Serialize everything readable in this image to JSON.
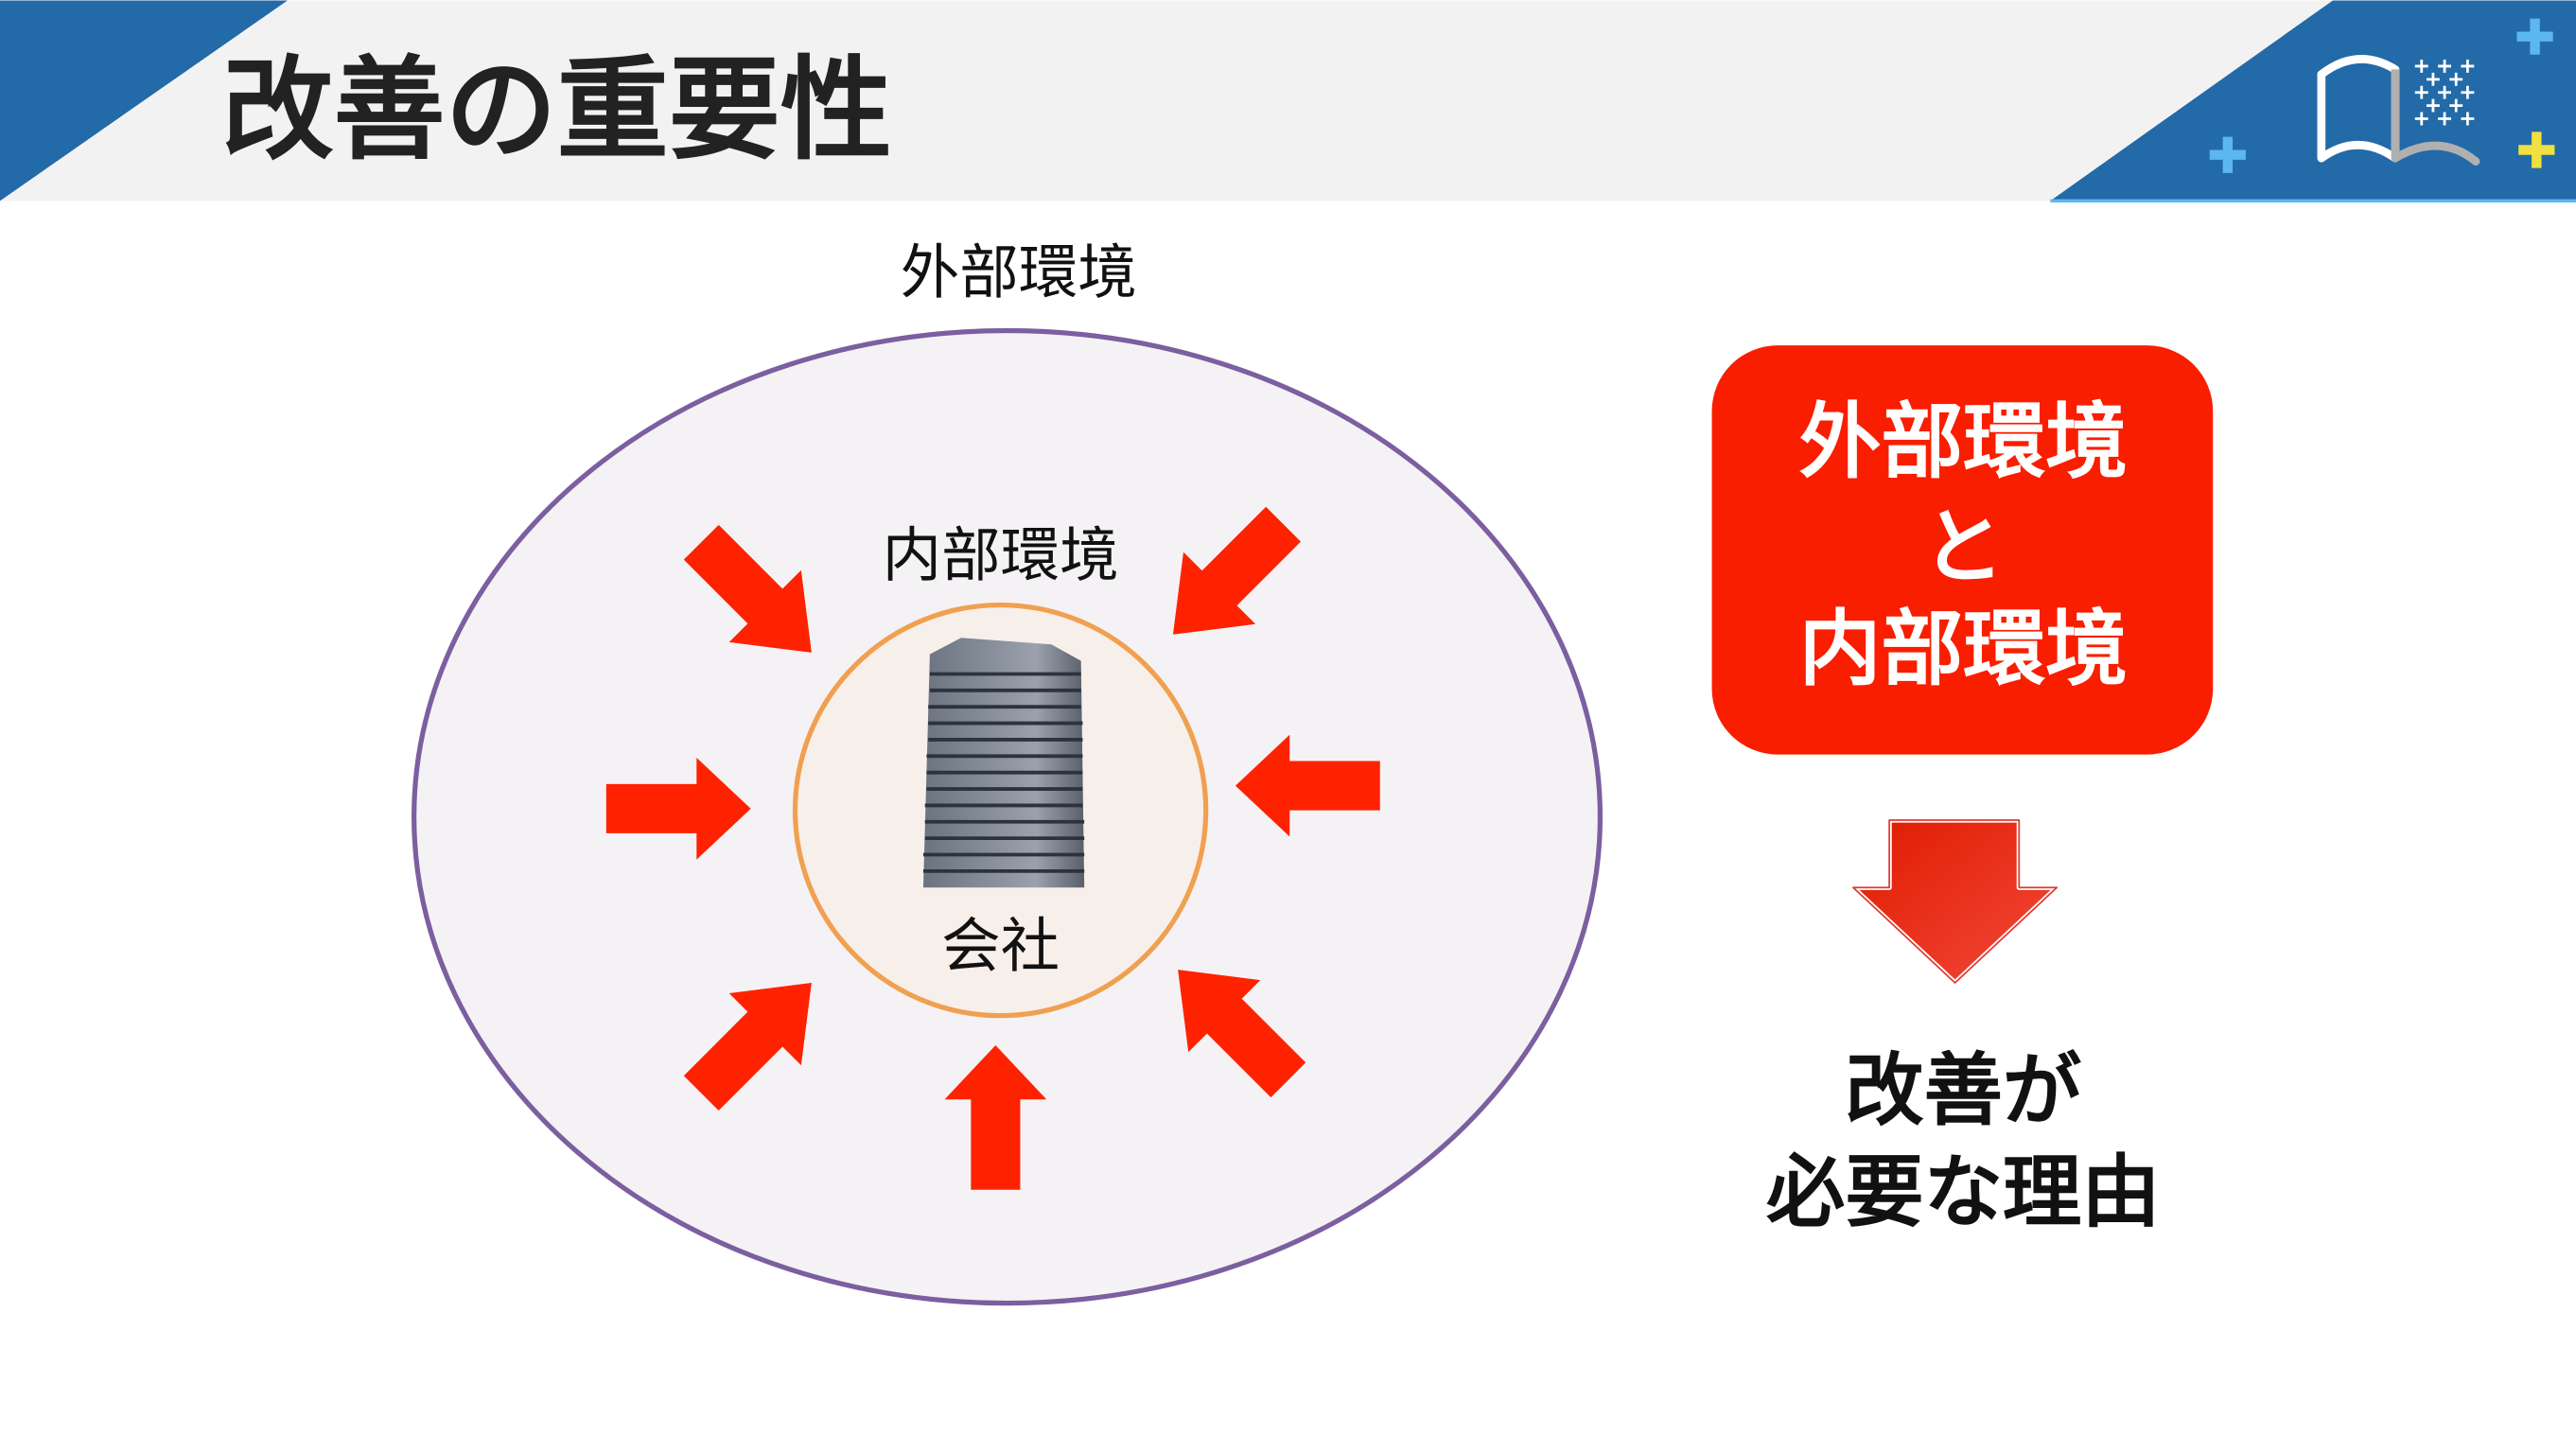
{
  "header": {
    "title": "改善の重要性",
    "logo_icon": "book-icon"
  },
  "diagram": {
    "outer_label": "外部環境",
    "inner_label": "内部環境",
    "company_label": "会社",
    "building_icon": "building-icon",
    "arrow_color": "#ff2200"
  },
  "callout": {
    "line1": "外部環境",
    "line2": "と",
    "line3": "内部環境",
    "color": "#fa1e00"
  },
  "conclusion": {
    "line1": "改善が",
    "line2": "必要な理由"
  },
  "colors": {
    "brand_blue": "#236aa8",
    "header_bg": "#f2f2f2"
  }
}
